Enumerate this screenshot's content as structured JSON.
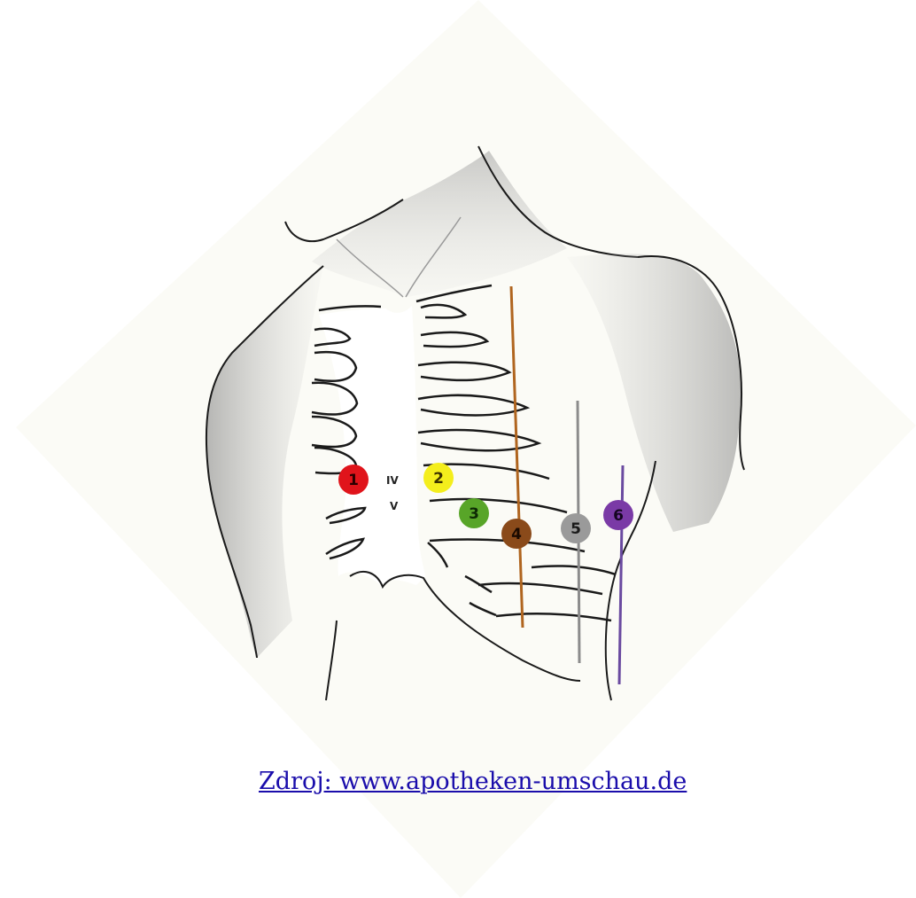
{
  "diagram": {
    "rib_marks": [
      "IV",
      "V"
    ],
    "electrodes": [
      {
        "label": "1",
        "color": "#e0141b",
        "text_color": "#2a0000"
      },
      {
        "label": "2",
        "color": "#f4ee1c",
        "text_color": "#3a3000"
      },
      {
        "label": "3",
        "color": "#58a528",
        "text_color": "#0e2a05"
      },
      {
        "label": "4",
        "color": "#8a4a1a",
        "text_color": "#1a0a00"
      },
      {
        "label": "5",
        "color": "#9a9a9a",
        "text_color": "#1a1a1a"
      },
      {
        "label": "6",
        "color": "#7a3aa6",
        "text_color": "#140520"
      }
    ],
    "reference_lines": [
      {
        "name": "midclavicular-line",
        "color": "#b0651f"
      },
      {
        "name": "anterior-axillary-line",
        "color": "#8c8c8c"
      },
      {
        "name": "mid-axillary-line",
        "color": "#6a4aa0"
      }
    ],
    "background_colors": {
      "diamond": "#fbfbf6",
      "skin_shade": "#8a8a8a",
      "outline": "#1a1a1a"
    }
  },
  "source": {
    "link_text": "Zdroj: www.apotheken-umschau.de"
  }
}
